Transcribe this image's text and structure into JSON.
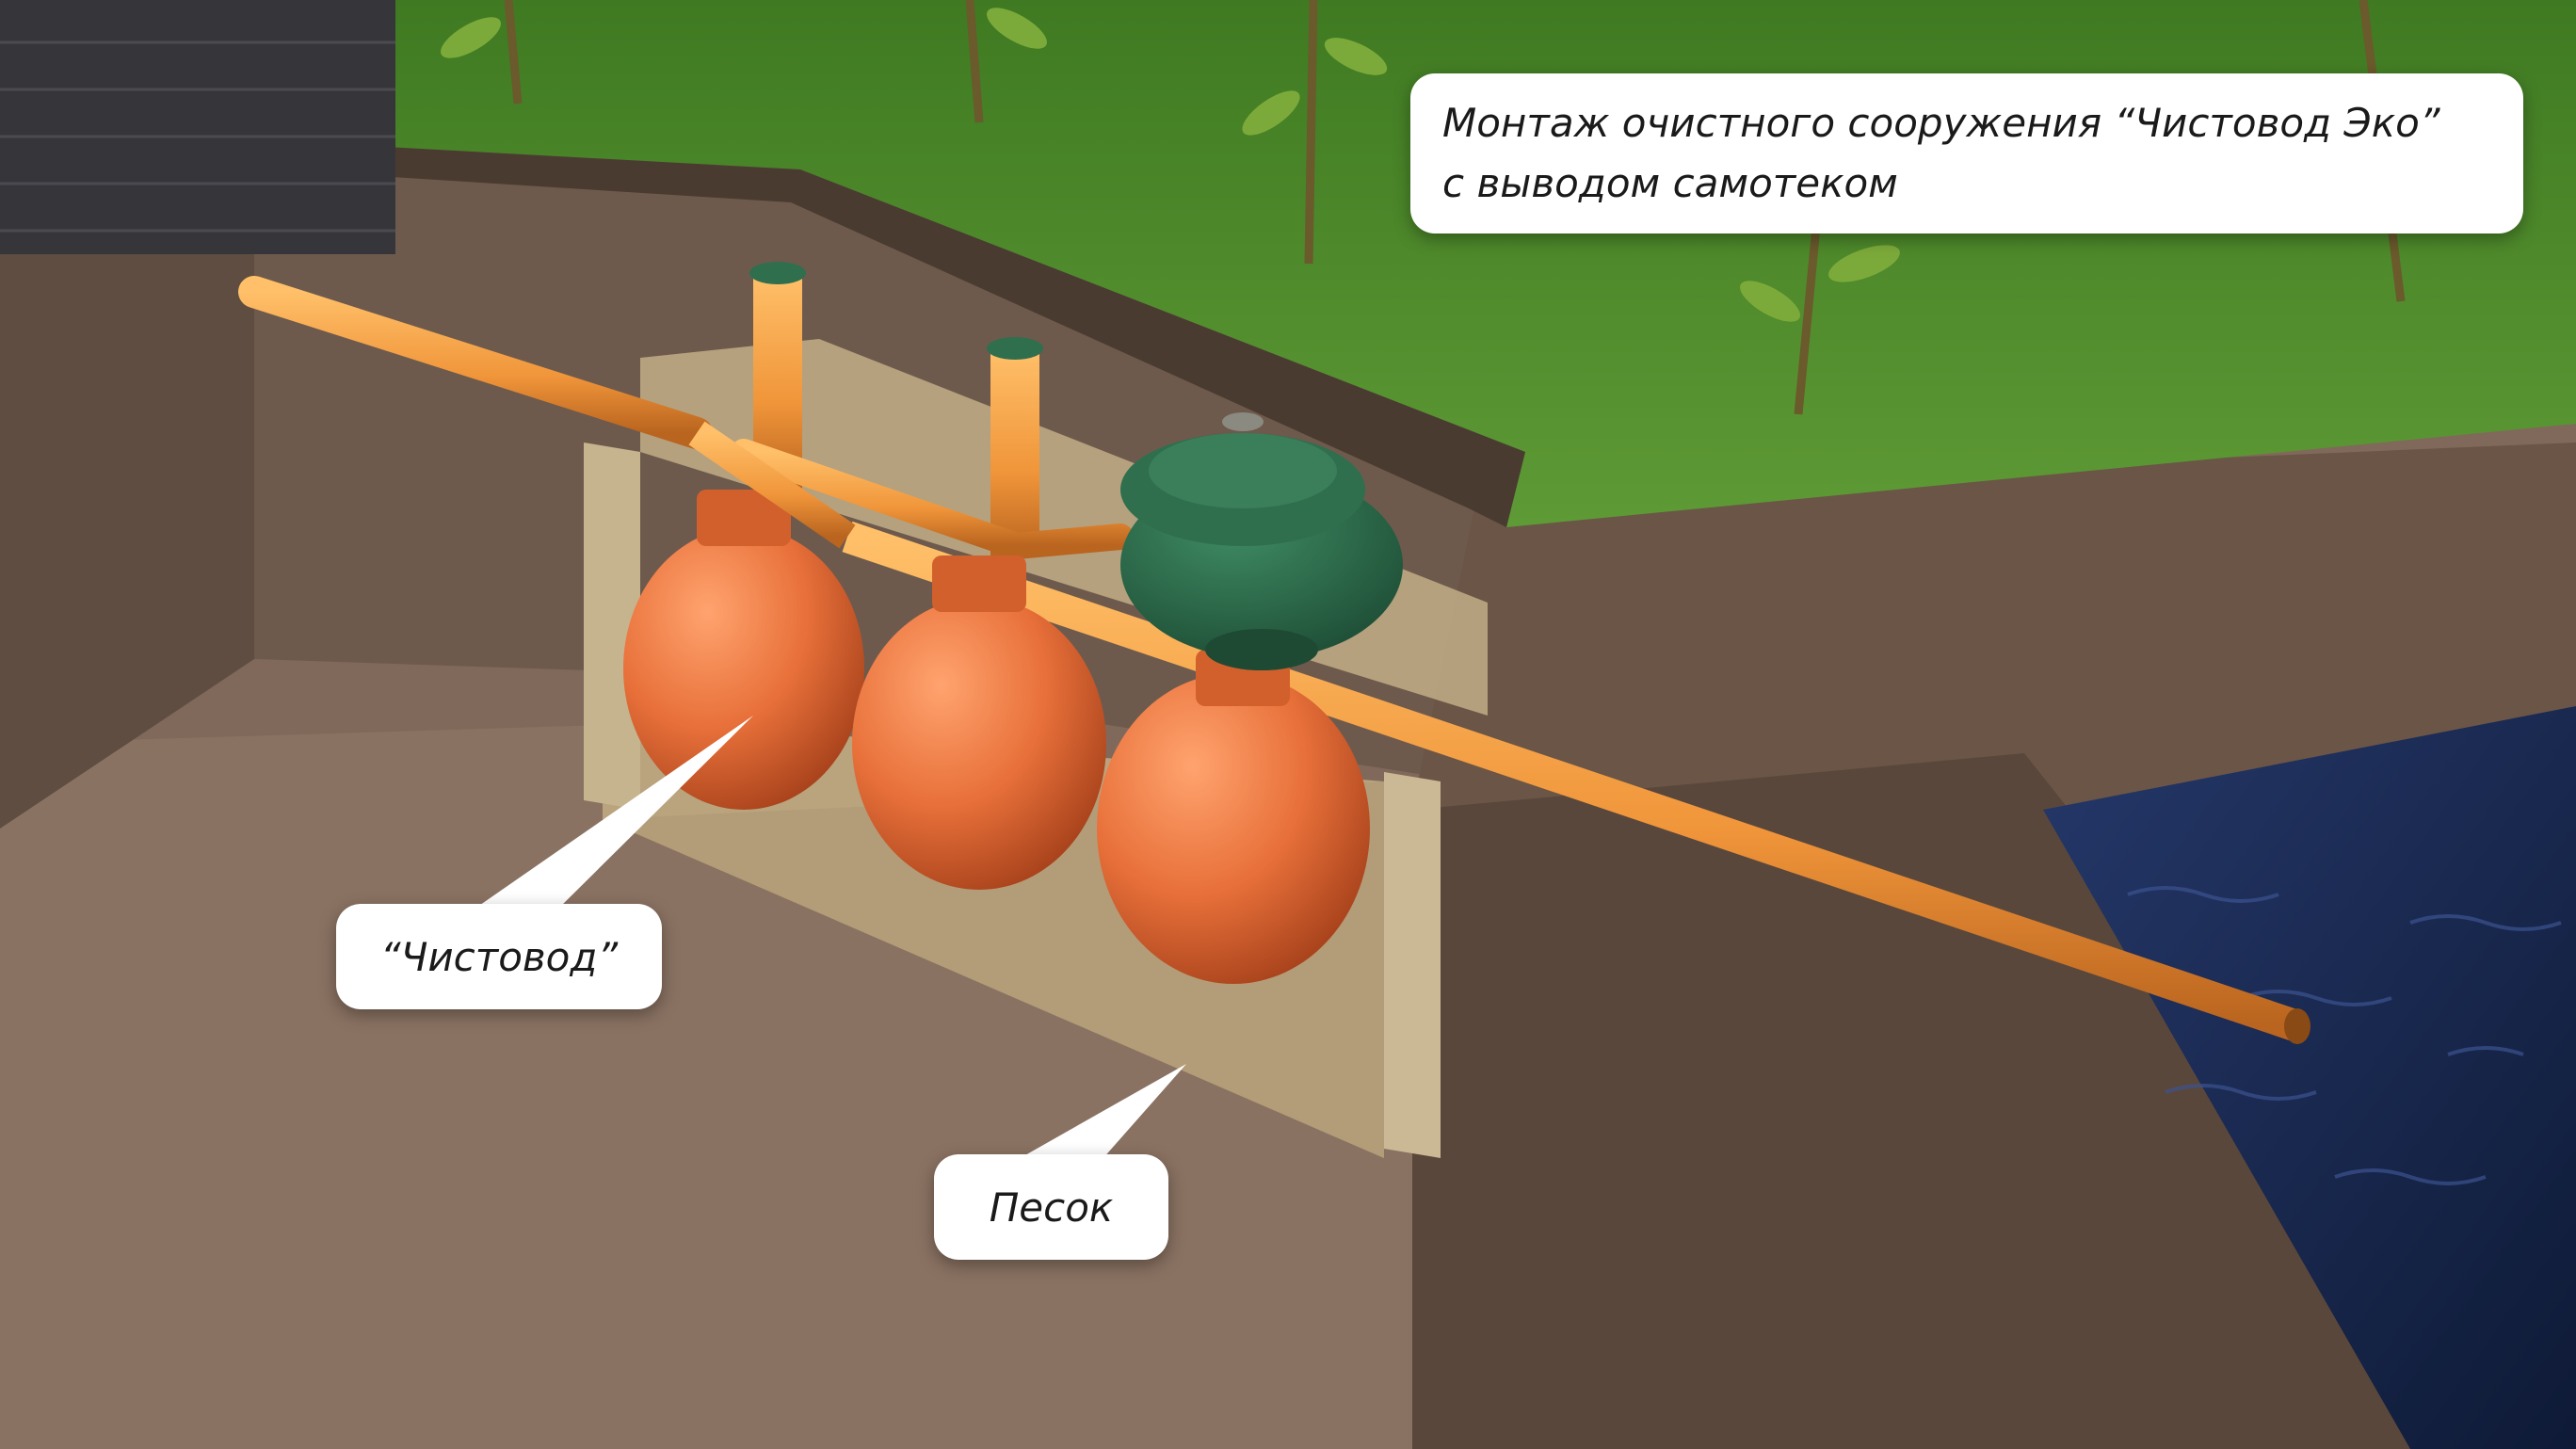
{
  "title": {
    "line1": "Монтаж очистного сооружения “Чистовод Эко”",
    "line2": "с выводом самотеком"
  },
  "labels": {
    "tank": "“Чистовод”",
    "sand": "Песок"
  },
  "colors": {
    "grass": "#4f8a2c",
    "soil": "#7a6656",
    "soil_dark": "#5c4a3e",
    "sand": "#b9a47e",
    "tank_orange": "#e8703a",
    "pipe_orange": "#f09a3c",
    "cover_green": "#2f6f4e",
    "water": "#1c2c52",
    "brick": "#3a3a3e"
  },
  "icons": {
    "tree": "sapling-icon",
    "tank": "sphere-tank-icon"
  }
}
